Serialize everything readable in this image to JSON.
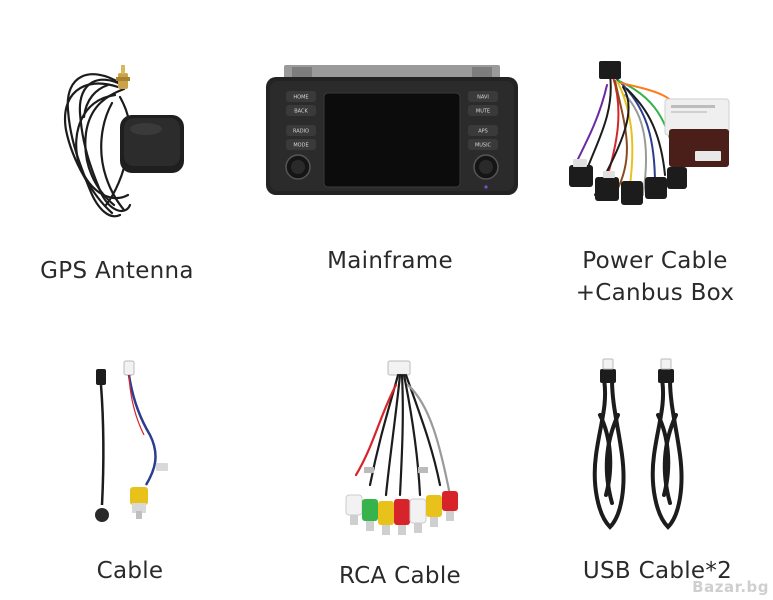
{
  "items": [
    {
      "id": "gps",
      "caption": "GPS Antenna"
    },
    {
      "id": "mainframe",
      "caption": "Mainframe",
      "buttons_left": [
        "HOME",
        "BACK",
        "RADIO",
        "MODE"
      ],
      "buttons_right": [
        "NAVI",
        "MUTE",
        "APS",
        "MUSIC"
      ]
    },
    {
      "id": "power",
      "caption_line1": "Power Cable",
      "caption_line2": "+Canbus Box"
    },
    {
      "id": "cable",
      "caption": "Cable"
    },
    {
      "id": "rca",
      "caption": "RCA Cable"
    },
    {
      "id": "usb",
      "caption": "USB Cable*2"
    }
  ],
  "watermark": {
    "text": "Bazar.bg",
    "color": "#cfcfcf"
  },
  "colors": {
    "cable_black": "#1c1c1c",
    "unit_body": "#232323",
    "screen": "#0c0c0c",
    "rca_yellow": "#e8c21a",
    "rca_red": "#d6242a",
    "rca_white": "#f2f2f2",
    "rca_green": "#36b34a",
    "wire_blue": "#2b3d8f"
  }
}
